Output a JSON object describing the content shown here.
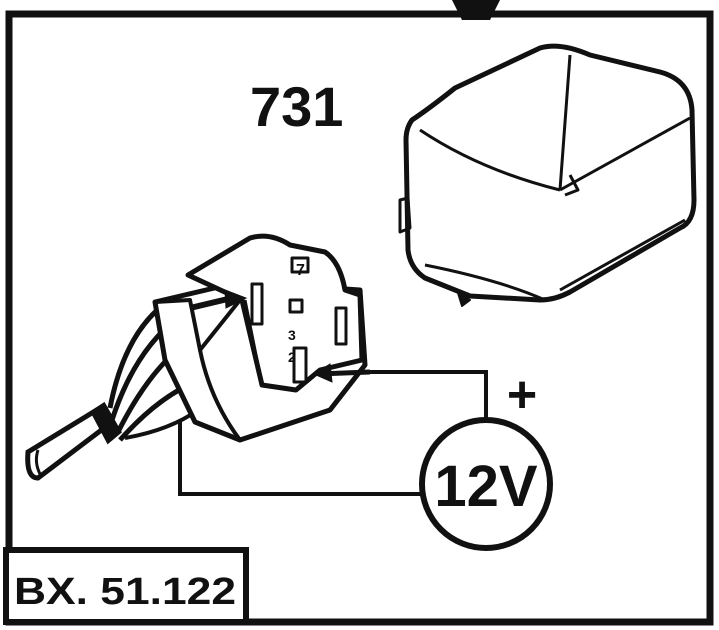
{
  "part_number": "731",
  "polarity_label": "+",
  "voltage_label": "12V",
  "reference_code": "BX. 51.122",
  "colors": {
    "ink": "#111111",
    "paper": "#ffffff"
  },
  "icons": [
    "relay-cover",
    "relay-connector",
    "wiring-harness",
    "battery-source",
    "probe-arrow"
  ]
}
